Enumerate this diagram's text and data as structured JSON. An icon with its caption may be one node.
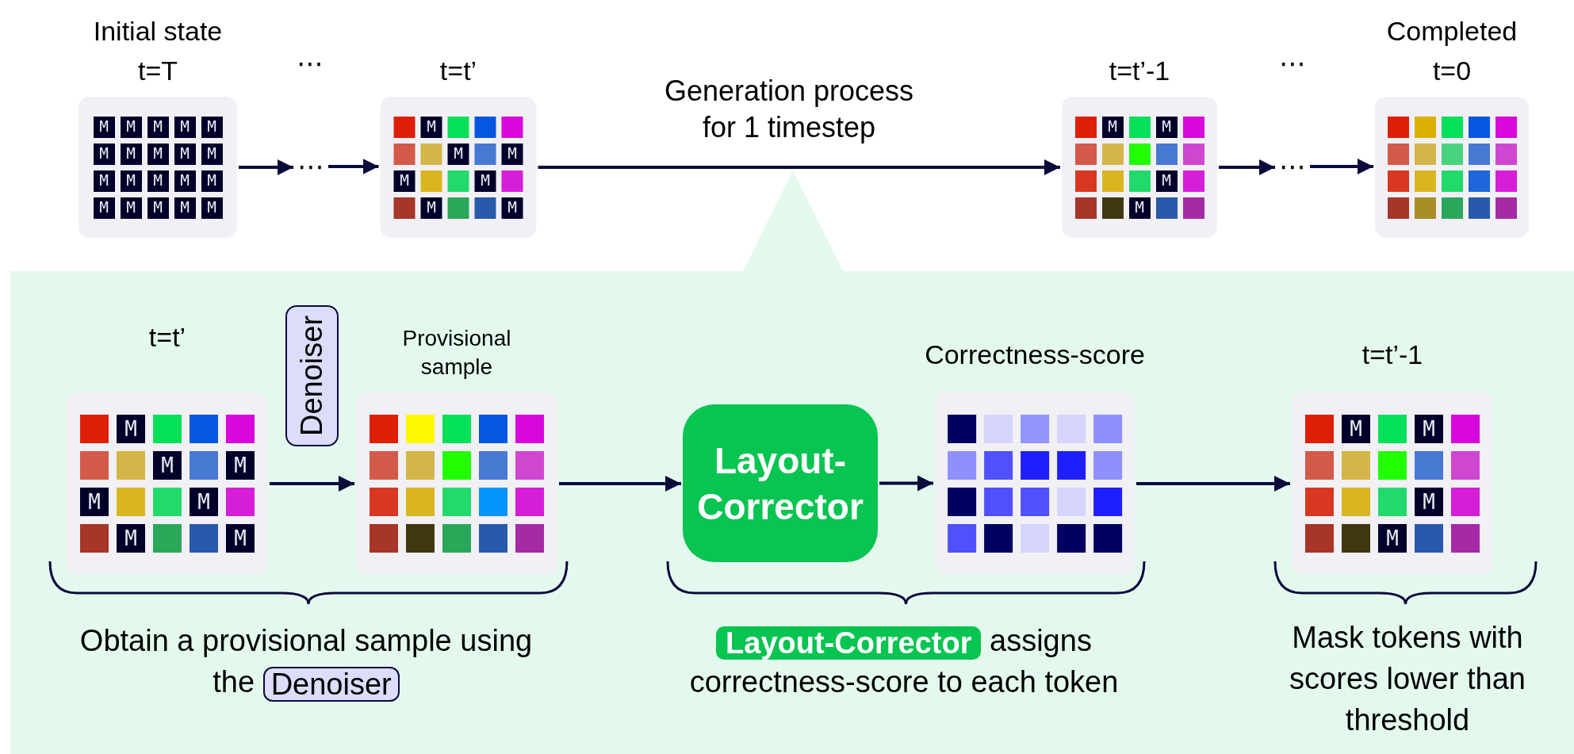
{
  "diagram": {
    "nodes": [
      {
        "text": [
          "Initial state",
          "t=T",
          "M",
          "M",
          "M",
          "M",
          "M",
          "M",
          "M",
          "M",
          "M",
          "M",
          "M",
          "M",
          "M",
          "M",
          "M",
          "M",
          "M",
          "M",
          "M",
          "M"
        ]
      },
      {
        "text": [
          "⋯"
        ]
      },
      {
        "text": [
          "t=t’",
          "M",
          "M",
          "M",
          "M",
          "M",
          "M",
          "M"
        ]
      },
      {
        "text": [
          "t=t’-1",
          "M",
          "M",
          "M",
          "M"
        ]
      },
      {
        "text": [
          "⋯"
        ]
      },
      {
        "text": [
          "Completed",
          "t=0"
        ]
      },
      {
        "text": [
          "t=t’",
          "M",
          "M",
          "M",
          "M",
          "M",
          "M",
          "M"
        ]
      },
      {
        "text": [
          "Denoiser"
        ]
      },
      {
        "text": [
          "Provisional sample"
        ]
      },
      {
        "text": [
          "Layout-Corrector"
        ]
      },
      {
        "text": [
          "Correctness-score"
        ]
      },
      {
        "text": [
          "t=t’-1",
          "M",
          "M",
          "M",
          "M"
        ]
      }
    ],
    "edges": [
      {
        "from": 0,
        "to": 1,
        "arrow": "to"
      },
      {
        "from": 1,
        "to": 2,
        "arrow": "to"
      },
      {
        "from": 2,
        "to": 3,
        "arrow": "to",
        "label": "Generation process for 1 timestep"
      },
      {
        "from": 3,
        "to": 4,
        "arrow": "to"
      },
      {
        "from": 4,
        "to": 5,
        "arrow": "to"
      },
      {
        "from": 6,
        "to": 8,
        "arrow": "to"
      },
      {
        "from": 8,
        "to": 9,
        "arrow": "to"
      },
      {
        "from": 9,
        "to": 10,
        "arrow": "to"
      },
      {
        "from": 10,
        "to": 11,
        "arrow": "to"
      }
    ],
    "labels": [
      "⋯",
      "⋯",
      "Obtain a provisional sample using the",
      "Denoiser",
      "Layout-Corrector",
      "assigns correctness-score to each token",
      "Mask tokens with scores lower than threshold"
    ]
  }
}
